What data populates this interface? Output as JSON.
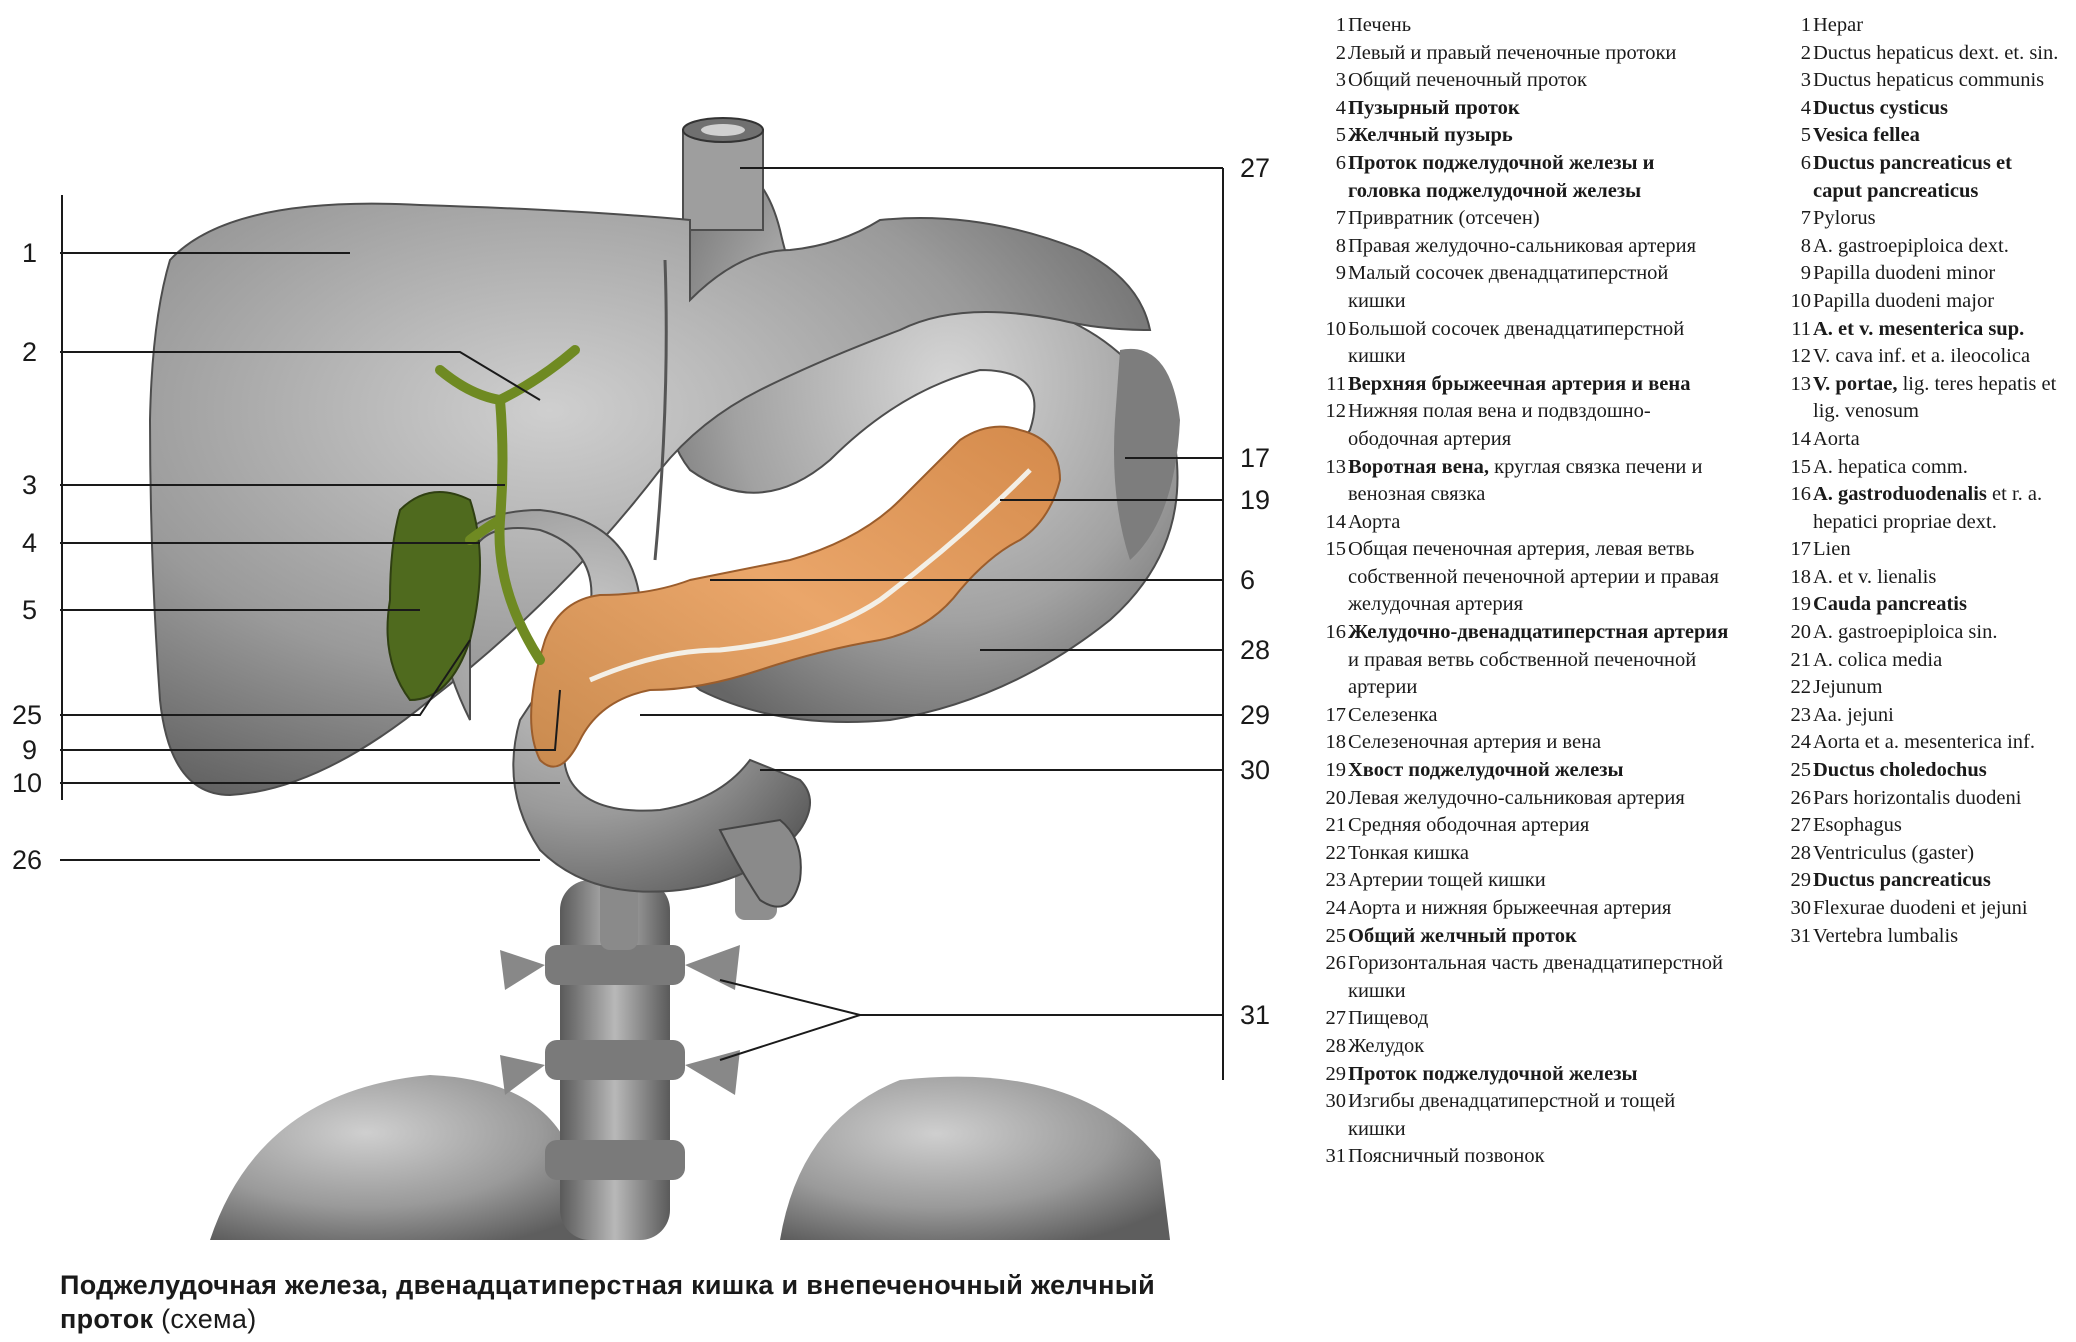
{
  "caption": {
    "title": "Поджелудочная железа, двенадцатиперстная кишка и внепеченочный желчный проток",
    "note": "(схема)"
  },
  "callouts": [
    "1",
    "2",
    "3",
    "4",
    "5",
    "25",
    "9",
    "10",
    "26",
    "27",
    "17",
    "19",
    "6",
    "28",
    "29",
    "30",
    "31"
  ],
  "legend_ru": [
    {
      "n": "1",
      "parts": [
        {
          "t": "Печень",
          "b": false
        }
      ]
    },
    {
      "n": "2",
      "parts": [
        {
          "t": "Левый и правый печеночные протоки",
          "b": false
        }
      ]
    },
    {
      "n": "3",
      "parts": [
        {
          "t": "Общий печеночный проток",
          "b": false
        }
      ]
    },
    {
      "n": "4",
      "parts": [
        {
          "t": "Пузырный проток",
          "b": true
        }
      ]
    },
    {
      "n": "5",
      "parts": [
        {
          "t": "Желчный пузырь",
          "b": true
        }
      ]
    },
    {
      "n": "6",
      "parts": [
        {
          "t": "Проток поджелудочной железы и головка поджелудочной железы",
          "b": true
        }
      ]
    },
    {
      "n": "7",
      "parts": [
        {
          "t": "Привратник (отсечен)",
          "b": false
        }
      ]
    },
    {
      "n": "8",
      "parts": [
        {
          "t": "Правая желудочно-сальниковая артерия",
          "b": false
        }
      ]
    },
    {
      "n": "9",
      "parts": [
        {
          "t": "Малый сосочек двенадцатиперстной кишки",
          "b": false
        }
      ]
    },
    {
      "n": "10",
      "parts": [
        {
          "t": "Большой сосочек двенадцатиперстной кишки",
          "b": false
        }
      ]
    },
    {
      "n": "11",
      "parts": [
        {
          "t": "Верхняя брыжеечная артерия и вена",
          "b": true
        }
      ]
    },
    {
      "n": "12",
      "parts": [
        {
          "t": "Нижняя полая вена и подвздошно-ободочная артерия",
          "b": false
        }
      ]
    },
    {
      "n": "13",
      "parts": [
        {
          "t": "Воротная вена,",
          "b": true
        },
        {
          "t": " круглая связка печени и венозная связка",
          "b": false
        }
      ]
    },
    {
      "n": "14",
      "parts": [
        {
          "t": "Аорта",
          "b": false
        }
      ]
    },
    {
      "n": "15",
      "parts": [
        {
          "t": "Общая печеночная артерия, левая ветвь собственной печеночной артерии и правая желудочная артерия",
          "b": false
        }
      ]
    },
    {
      "n": "16",
      "parts": [
        {
          "t": "Желудочно-двенадцатиперстная артерия",
          "b": true
        },
        {
          "t": " и правая ветвь собственной печеночной артерии",
          "b": false
        }
      ]
    },
    {
      "n": "17",
      "parts": [
        {
          "t": "Селезенка",
          "b": false
        }
      ]
    },
    {
      "n": "18",
      "parts": [
        {
          "t": "Селезеночная артерия и вена",
          "b": false
        }
      ]
    },
    {
      "n": "19",
      "parts": [
        {
          "t": "Хвост поджелудочной железы",
          "b": true
        }
      ]
    },
    {
      "n": "20",
      "parts": [
        {
          "t": "Левая желудочно-сальниковая артерия",
          "b": false
        }
      ]
    },
    {
      "n": "21",
      "parts": [
        {
          "t": "Средняя ободочная артерия",
          "b": false
        }
      ]
    },
    {
      "n": "22",
      "parts": [
        {
          "t": "Тонкая кишка",
          "b": false
        }
      ]
    },
    {
      "n": "23",
      "parts": [
        {
          "t": "Артерии тощей кишки",
          "b": false
        }
      ]
    },
    {
      "n": "24",
      "parts": [
        {
          "t": "Аорта и нижняя брыжеечная артерия",
          "b": false
        }
      ]
    },
    {
      "n": "25",
      "parts": [
        {
          "t": "Общий желчный проток",
          "b": true
        }
      ]
    },
    {
      "n": "26",
      "parts": [
        {
          "t": "Горизонтальная часть двенадцатиперстной кишки",
          "b": false
        }
      ]
    },
    {
      "n": "27",
      "parts": [
        {
          "t": "Пищевод",
          "b": false
        }
      ]
    },
    {
      "n": "28",
      "parts": [
        {
          "t": "Желудок",
          "b": false
        }
      ]
    },
    {
      "n": "29",
      "parts": [
        {
          "t": "Проток поджелудочной железы",
          "b": true
        }
      ]
    },
    {
      "n": "30",
      "parts": [
        {
          "t": "Изгибы двенадцатиперстной и тощей кишки",
          "b": false
        }
      ]
    },
    {
      "n": "31",
      "parts": [
        {
          "t": "Поясничный позвонок",
          "b": false
        }
      ]
    }
  ],
  "legend_la": [
    {
      "n": "1",
      "parts": [
        {
          "t": "Hepar",
          "b": false
        }
      ]
    },
    {
      "n": "2",
      "parts": [
        {
          "t": "Ductus hepaticus dext. et. sin.",
          "b": false
        }
      ]
    },
    {
      "n": "3",
      "parts": [
        {
          "t": "Ductus hepaticus communis",
          "b": false
        }
      ]
    },
    {
      "n": "4",
      "parts": [
        {
          "t": "Ductus cysticus",
          "b": true
        }
      ]
    },
    {
      "n": "5",
      "parts": [
        {
          "t": "Vesica fellea",
          "b": true
        }
      ]
    },
    {
      "n": "6",
      "parts": [
        {
          "t": "Ductus pancreaticus et caput pancreaticus",
          "b": true
        }
      ]
    },
    {
      "n": "7",
      "parts": [
        {
          "t": "Pylorus",
          "b": false
        }
      ]
    },
    {
      "n": "8",
      "parts": [
        {
          "t": "A. gastroepiploica dext.",
          "b": false
        }
      ]
    },
    {
      "n": "9",
      "parts": [
        {
          "t": "Papilla duodeni minor",
          "b": false
        }
      ]
    },
    {
      "n": "10",
      "parts": [
        {
          "t": "Papilla duodeni major",
          "b": false
        }
      ]
    },
    {
      "n": "11",
      "parts": [
        {
          "t": "A. et v. mesenterica sup.",
          "b": true
        }
      ]
    },
    {
      "n": "12",
      "parts": [
        {
          "t": "V. cava inf. et a. ileocolica",
          "b": false
        }
      ]
    },
    {
      "n": "13",
      "parts": [
        {
          "t": "V. portae,",
          "b": true
        },
        {
          "t": " lig. teres hepatis et lig. venosum",
          "b": false
        }
      ]
    },
    {
      "n": "14",
      "parts": [
        {
          "t": "Aorta",
          "b": false
        }
      ]
    },
    {
      "n": "15",
      "parts": [
        {
          "t": "A. hepatica comm.",
          "b": false
        }
      ]
    },
    {
      "n": "16",
      "parts": [
        {
          "t": "A. gastroduodenalis",
          "b": true
        },
        {
          "t": " et r. a. hepatici propriae dext.",
          "b": false
        }
      ]
    },
    {
      "n": "17",
      "parts": [
        {
          "t": "Lien",
          "b": false
        }
      ]
    },
    {
      "n": "18",
      "parts": [
        {
          "t": "A. et v. lienalis",
          "b": false
        }
      ]
    },
    {
      "n": "19",
      "parts": [
        {
          "t": "Cauda pancreatis",
          "b": true
        }
      ]
    },
    {
      "n": "20",
      "parts": [
        {
          "t": "A. gastroepiploica sin.",
          "b": false
        }
      ]
    },
    {
      "n": "21",
      "parts": [
        {
          "t": "A. colica media",
          "b": false
        }
      ]
    },
    {
      "n": "22",
      "parts": [
        {
          "t": "Jejunum",
          "b": false
        }
      ]
    },
    {
      "n": "23",
      "parts": [
        {
          "t": "Aa. jejuni",
          "b": false
        }
      ]
    },
    {
      "n": "24",
      "parts": [
        {
          "t": "Aorta et a. mesenterica inf.",
          "b": false
        }
      ]
    },
    {
      "n": "25",
      "parts": [
        {
          "t": "Ductus choledochus",
          "b": true
        }
      ]
    },
    {
      "n": "26",
      "parts": [
        {
          "t": "Pars horizontalis duodeni",
          "b": false
        }
      ]
    },
    {
      "n": "27",
      "parts": [
        {
          "t": "Esophagus",
          "b": false
        }
      ]
    },
    {
      "n": "28",
      "parts": [
        {
          "t": "Ventriculus (gaster)",
          "b": false
        }
      ]
    },
    {
      "n": "29",
      "parts": [
        {
          "t": "Ductus pancreaticus",
          "b": true
        }
      ]
    },
    {
      "n": "30",
      "parts": [
        {
          "t": "Flexurae duodeni et jejuni",
          "b": false
        }
      ]
    },
    {
      "n": "31",
      "parts": [
        {
          "t": "Vertebra lumbalis",
          "b": false
        }
      ]
    }
  ],
  "colors": {
    "organ_fill": "#9a9a9a",
    "organ_dark": "#6e6e6e",
    "organ_light": "#c4c4c4",
    "pancreas": "#e3a56c",
    "pancreas_dark": "#c57f44",
    "gallbladder": "#4f6a1e",
    "bile_duct": "#6f8a22",
    "leader_line": "#1a1a1a"
  }
}
